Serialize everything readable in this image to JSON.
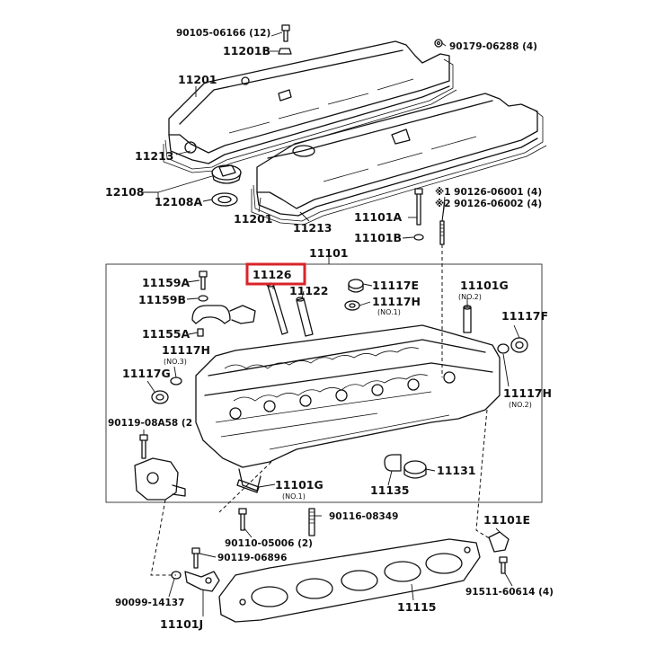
{
  "labels": {
    "p90105_06166": "90105-06166 (12)",
    "p11201B": "11201B",
    "p90179_06288": "90179-06288 (4)",
    "p11201_top": "11201",
    "p11213_left": "11213",
    "p12108": "12108",
    "p12108A": "12108A",
    "p11201_mid": "11201",
    "p11213_mid": "11213",
    "note1": "※1 90126-06001 (4)",
    "note2": "※2 90126-06002 (4)",
    "p11101A": "11101A",
    "p11101B": "11101B",
    "p11101": "11101",
    "p11126": "11126",
    "p11159A": "11159A",
    "p11159B": "11159B",
    "p11122": "11122",
    "p11117E": "11117E",
    "p11117H_1": "11117H",
    "p11117H_1_sub": "(NO.1)",
    "p11101G_2": "11101G",
    "p11101G_2_sub": "(NO.2)",
    "p11117F": "11117F",
    "p11155A": "11155A",
    "p11117H_3": "11117H",
    "p11117H_3_sub": "(NO.3)",
    "p11117G": "11117G",
    "p11117H_2": "11117H",
    "p11117H_2_sub": "(NO.2)",
    "p90119_08A58": "90119-08A58 (2",
    "p11131": "11131",
    "p11101G_1": "11101G",
    "p11101G_1_sub": "(NO.1)",
    "p11135": "11135",
    "p90116_08349": "90116-08349",
    "p11101E": "11101E",
    "p90110_05006": "90110-05006 (2)",
    "p90119_06896": "90119-06896",
    "p90099_14137": "90099-14137",
    "p11101J": "11101J",
    "p11115": "11115",
    "p91511_60614": "91511-60614 (4)"
  },
  "highlight": {
    "part": "11126",
    "color": "#d9232a"
  }
}
